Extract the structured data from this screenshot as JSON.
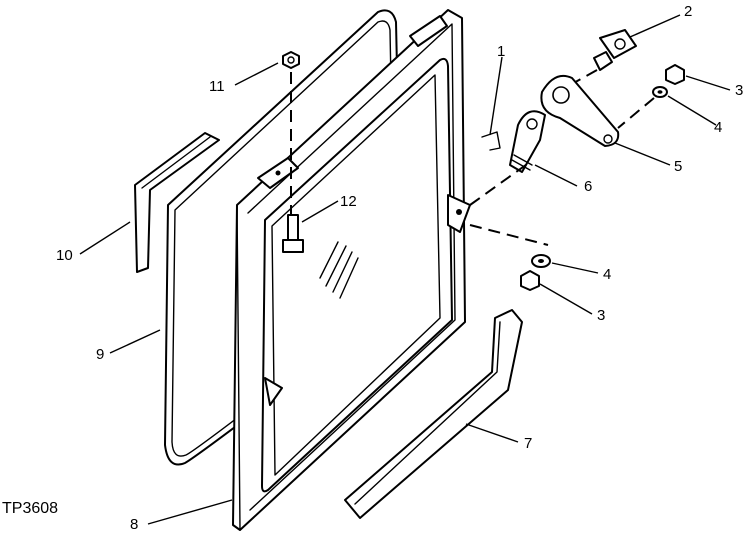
{
  "figure_id": "TP3608",
  "callouts": [
    {
      "id": "1",
      "text": "1"
    },
    {
      "id": "2",
      "text": "2"
    },
    {
      "id": "3a",
      "text": "3"
    },
    {
      "id": "4a",
      "text": "4"
    },
    {
      "id": "5",
      "text": "5"
    },
    {
      "id": "6",
      "text": "6"
    },
    {
      "id": "4b",
      "text": "4"
    },
    {
      "id": "3b",
      "text": "3"
    },
    {
      "id": "7",
      "text": "7"
    },
    {
      "id": "8",
      "text": "8"
    },
    {
      "id": "9",
      "text": "9"
    },
    {
      "id": "10",
      "text": "10"
    },
    {
      "id": "11",
      "text": "11"
    },
    {
      "id": "12",
      "text": "12"
    }
  ]
}
